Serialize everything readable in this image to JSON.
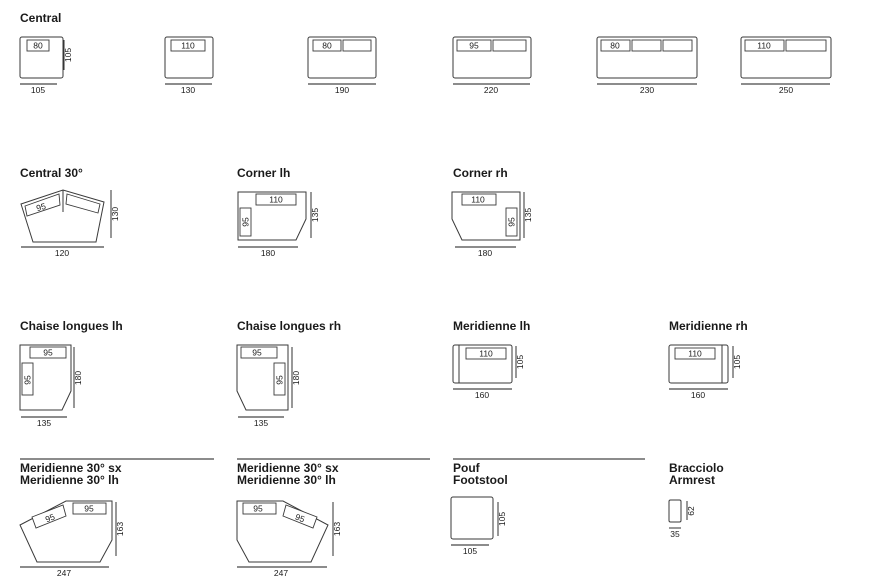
{
  "sections": {
    "central": "Central",
    "central30": "Central 30°",
    "corner_lh": "Corner lh",
    "corner_rh": "Corner rh",
    "chaise_lh": "Chaise longues lh",
    "chaise_rh": "Chaise longues rh",
    "meridienne_lh": "Meridienne lh",
    "meridienne_rh": "Meridienne rh",
    "mer30_sx_a": "Meridienne 30° sx",
    "mer30_sx_b": "Meridienne 30° lh",
    "mer30_dx_a": "Meridienne 30° sx",
    "mer30_dx_b": "Meridienne 30° lh",
    "pouf_a": "Pouf",
    "pouf_b": "Footstool",
    "arm_a": "Bracciolo",
    "arm_b": "Armrest"
  },
  "modules": {
    "c105": {
      "cushions": [
        "80"
      ],
      "width": "105",
      "depth": "105"
    },
    "c130": {
      "cushions": [
        "110"
      ],
      "width": "130"
    },
    "c190": {
      "cushions": [
        "80"
      ],
      "width": "190"
    },
    "c220": {
      "cushions": [
        "95"
      ],
      "width": "220"
    },
    "c230": {
      "cushions": [
        "80"
      ],
      "width": "230"
    },
    "c250": {
      "cushions": [
        "110"
      ],
      "width": "250"
    },
    "c30": {
      "cushions": [
        "95"
      ],
      "width": "120",
      "depth": "130"
    },
    "cornerlh": {
      "cushions": [
        "110",
        "95"
      ],
      "width": "180",
      "depth": "135"
    },
    "cornerrh": {
      "cushions": [
        "110",
        "95"
      ],
      "width": "180",
      "depth": "135"
    },
    "chaiselh": {
      "cushions": [
        "95",
        "95"
      ],
      "width": "135",
      "depth": "180"
    },
    "chaiserh": {
      "cushions": [
        "95",
        "95"
      ],
      "width": "135",
      "depth": "180"
    },
    "merlh": {
      "cushions": [
        "110"
      ],
      "width": "160",
      "depth": "105"
    },
    "merrh": {
      "cushions": [
        "110"
      ],
      "width": "160",
      "depth": "105"
    },
    "mer30sx": {
      "cushions": [
        "95",
        "95"
      ],
      "width": "247",
      "depth": "163"
    },
    "mer30dx": {
      "cushions": [
        "95",
        "95"
      ],
      "width": "247",
      "depth": "163"
    },
    "pouf": {
      "width": "105",
      "depth": "105"
    },
    "arm": {
      "width": "35",
      "depth": "62"
    }
  }
}
